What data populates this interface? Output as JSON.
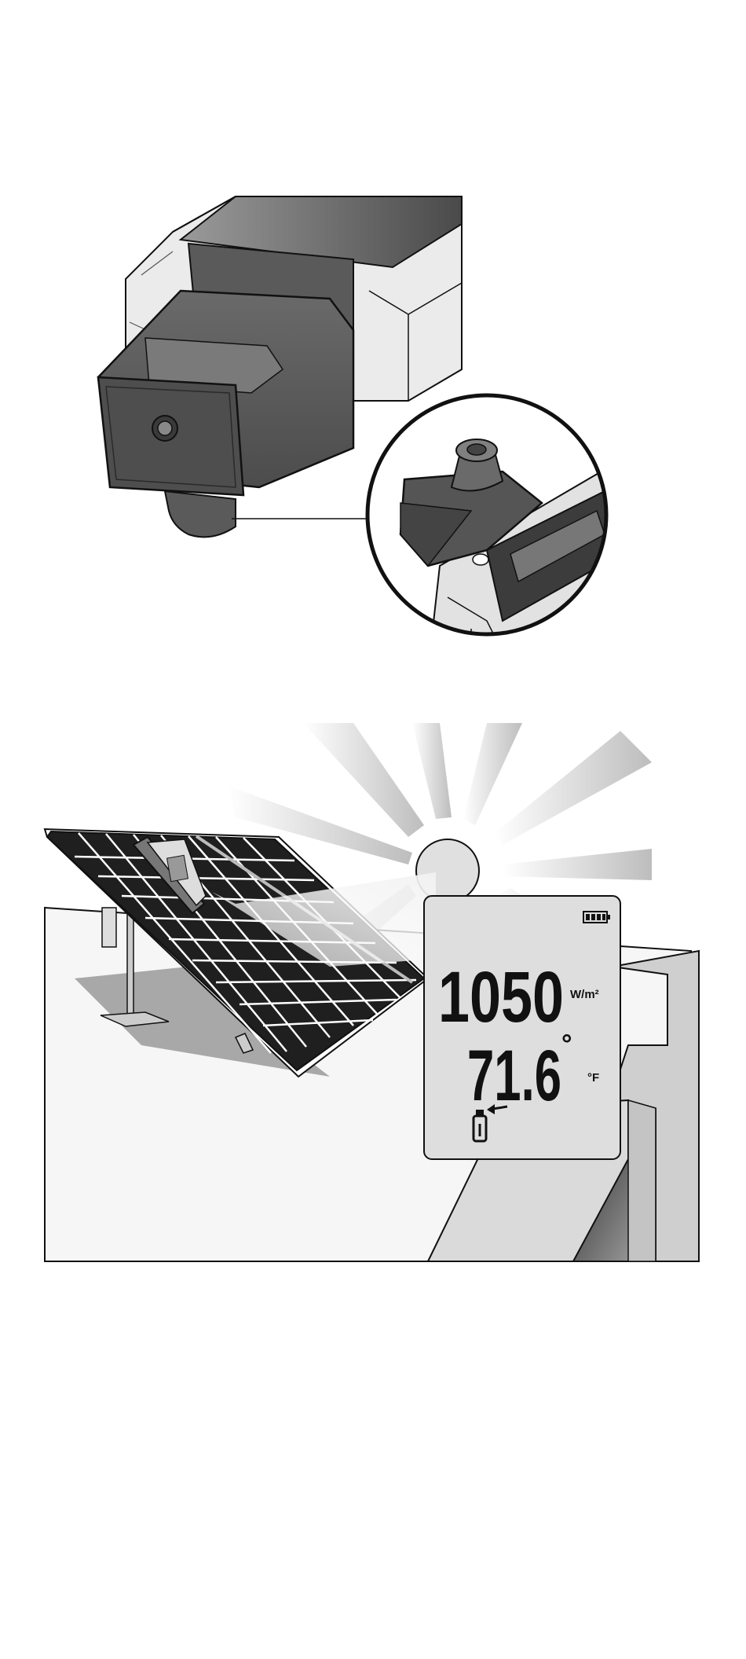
{
  "figure_top": {
    "subject": "meter sensor head with detail callout of temperature probe"
  },
  "figure_bottom": {
    "subject": "meter placed on tilted solar panel under sun",
    "display": {
      "irradiance_value": "1050",
      "irradiance_unit": "W/m²",
      "temperature_value": "71.6",
      "temperature_degree": "°",
      "temperature_unit": "°F",
      "battery_icon": "battery-full-icon",
      "probe_icon": "thermometer-probe-icon"
    }
  },
  "colors": {
    "dark_body": "#555555",
    "mid_body": "#6b6b6b",
    "light_body": "#e6e6e6",
    "panel_cell": "#1f1f1f",
    "lcd_bg": "#dcdcdc",
    "outline": "#111111"
  }
}
